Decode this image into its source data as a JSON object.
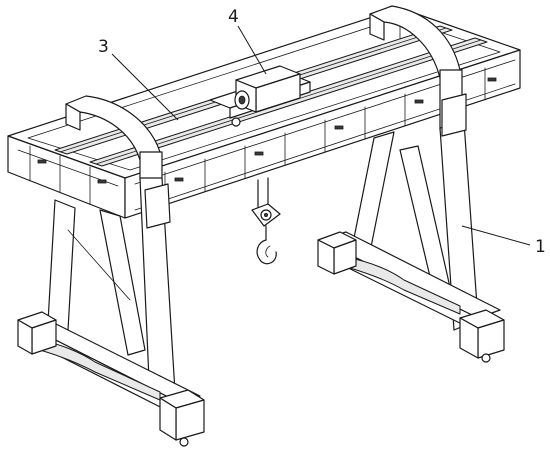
{
  "callouts": {
    "label_1": "1",
    "label_3": "3",
    "label_4": "4"
  },
  "colors": {
    "line": "#1a1a1a",
    "background": "#ffffff",
    "shade": "#e9e9e9"
  }
}
